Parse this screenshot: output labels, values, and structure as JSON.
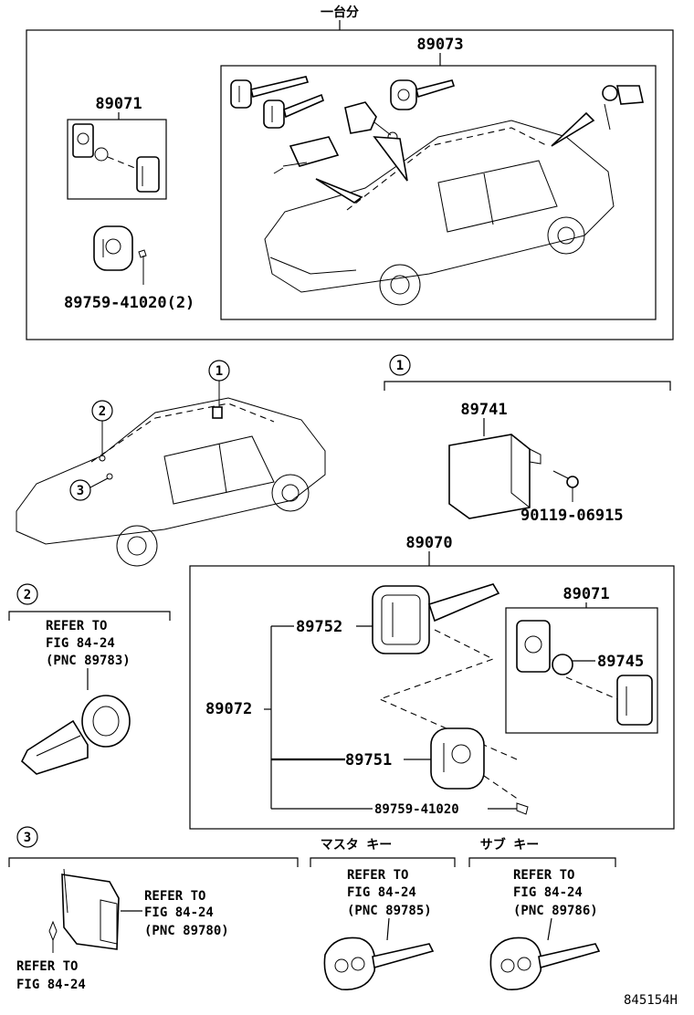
{
  "header_label": "一台分",
  "top_box": {
    "main_part": "89073",
    "sub_part": "89071",
    "screw_label": "89759-41020(2)"
  },
  "callouts": {
    "c1": "1",
    "c2": "2",
    "c3": "3"
  },
  "section1": {
    "marker": "1",
    "part": "89741",
    "bolt": "90119-06915"
  },
  "kit": {
    "part": "89070",
    "key_group": "89072",
    "key": "89752",
    "transmitter": "89751",
    "screw": "89759-41020",
    "case_group": "89071",
    "battery": "89745"
  },
  "section2": {
    "marker": "2",
    "ref_lines": [
      "REFER TO",
      "FIG 84-24",
      "(PNC 89783)"
    ]
  },
  "section3": {
    "marker": "3",
    "ref_lines": [
      "REFER TO",
      "FIG 84-24",
      "(PNC 89780)"
    ],
    "bottom_ref_lines": [
      "REFER TO",
      "FIG 84-24"
    ]
  },
  "master_key": {
    "title": "マスタ キー",
    "ref_lines": [
      "REFER TO",
      "FIG 84-24",
      "(PNC 89785)"
    ]
  },
  "sub_key": {
    "title": "サブ キー",
    "ref_lines": [
      "REFER TO",
      "FIG 84-24",
      "(PNC 89786)"
    ]
  },
  "figure_code": "845154H"
}
